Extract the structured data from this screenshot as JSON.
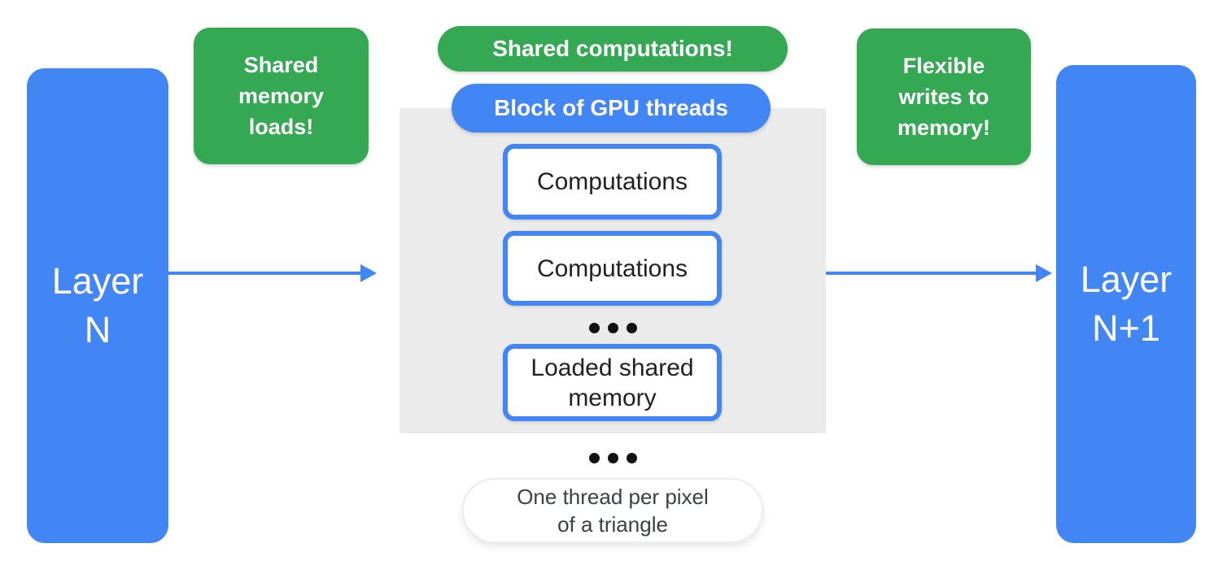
{
  "diagram": {
    "title_semantic": "GPU block shared-memory computation flow between network layers",
    "layer_n_label": "Layer\nN",
    "layer_n_plus_1_label": "Layer\nN+1",
    "callout_left": "Shared\nmemory\nloads!",
    "callout_center": "Shared computations!",
    "callout_right": "Flexible\nwrites to\nmemory!",
    "block_label": "Block of GPU threads",
    "computation_box_1": "Computations",
    "computation_box_2": "Computations",
    "loaded_memory_box": "Loaded shared\nmemory",
    "footnote": "One thread per pixel\nof a triangle",
    "ellipsis": "• • •"
  },
  "colors": {
    "accent_blue": "#4285F4",
    "accent_green": "#34A853",
    "block_gray": "#EBEBEB",
    "text_dark": "#202124",
    "text_gray": "#3C4043",
    "white": "#FFFFFF"
  }
}
